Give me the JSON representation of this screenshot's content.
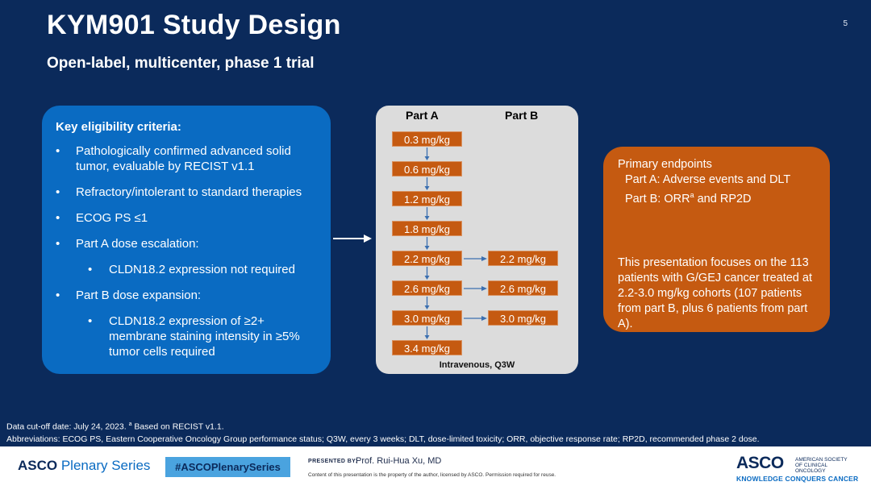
{
  "header": {
    "title": "KYM901 Study Design",
    "subtitle": "Open-label, multicenter, phase 1 trial",
    "page_number": "5"
  },
  "criteria": {
    "heading": "Key eligibility criteria:",
    "items": [
      "Pathologically confirmed advanced solid tumor, evaluable by RECIST v1.1",
      "Refractory/intolerant to standard therapies",
      "ECOG PS ≤1",
      "Part A dose escalation:",
      "CLDN18.2 expression not required",
      "Part B dose expansion:",
      "CLDN18.2 expression of ≥2+ membrane staining intensity in ≥5% tumor cells required"
    ]
  },
  "dosing": {
    "part_a_label": "Part A",
    "part_b_label": "Part B",
    "part_a_doses": [
      "0.3 mg/kg",
      "0.6 mg/kg",
      "1.2 mg/kg",
      "1.8 mg/kg",
      "2.2 mg/kg",
      "2.6 mg/kg",
      "3.0 mg/kg",
      "3.4 mg/kg"
    ],
    "part_b_doses": [
      "2.2 mg/kg",
      "2.6 mg/kg",
      "3.0 mg/kg"
    ],
    "route": "Intravenous, Q3W",
    "box_color": "#c55a11"
  },
  "endpoints": {
    "heading": "Primary endpoints",
    "part_a": "Part A: Adverse events and DLT",
    "part_b_prefix": "Part B: ORR",
    "part_b_sup": "a",
    "part_b_suffix": " and RP2D",
    "note": "This presentation focuses on the 113 patients with G/GEJ cancer treated at 2.2-3.0 mg/kg cohorts (107 patients from part B, plus 6 patients from part A)."
  },
  "footnotes": {
    "line1_prefix": "Data cut-off date: July 24, 2023. ",
    "line1_sup": "a",
    "line1_suffix": " Based on RECIST v1.1.",
    "line2": "Abbreviations: ECOG PS, Eastern Cooperative Oncology Group performance status; Q3W, every 3 weeks; DLT, dose-limited toxicity; ORR, objective response rate; RP2D, recommended phase 2 dose."
  },
  "footer": {
    "logo_asco": "ASCO",
    "logo_series": " Plenary Series",
    "hashtag": "#ASCOPlenarySeries",
    "presented_by": "PRESENTED BY:",
    "presenter": "Prof. Rui-Hua Xu, MD",
    "legal": "Content of this presentation is the property of the author, licensed by ASCO. Permission required for reuse.",
    "asco_word": "ASCO",
    "asco_society": "AMERICAN SOCIETY OF CLINICAL ONCOLOGY",
    "asco_tagline": "KNOWLEDGE CONQUERS CANCER"
  },
  "colors": {
    "background": "#0b2a5b",
    "criteria_box": "#0a6bc2",
    "endpoint_box": "#c55a11",
    "dose_panel": "#dcdcdc"
  }
}
